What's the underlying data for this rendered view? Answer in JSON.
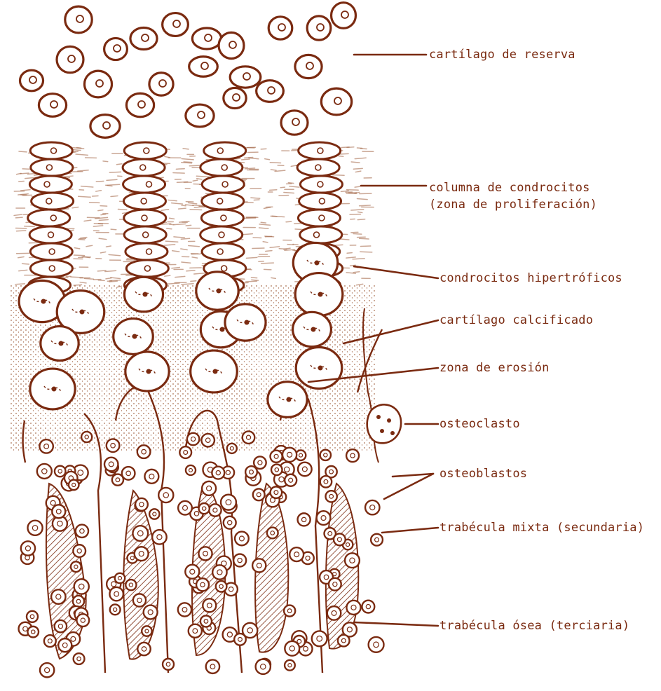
{
  "labels": {
    "reserve": "cartílago de reserva",
    "column_line1": "columna de condrocitos",
    "column_line2": "(zona de proliferación)",
    "hypertrophic": "condrocitos hipertróficos",
    "calcified": "cartílago calcificado",
    "erosion": "zona de erosión",
    "osteoclast": "osteoclasto",
    "osteoblasts": "osteoblastos",
    "mixed_trabecula": "trabécula mixta (secundaria)",
    "bone_trabecula": "trabécula ósea (terciaria)"
  },
  "colors": {
    "ink": "#7a2a10",
    "shade": "#a0603f",
    "background": "#ffffff"
  }
}
